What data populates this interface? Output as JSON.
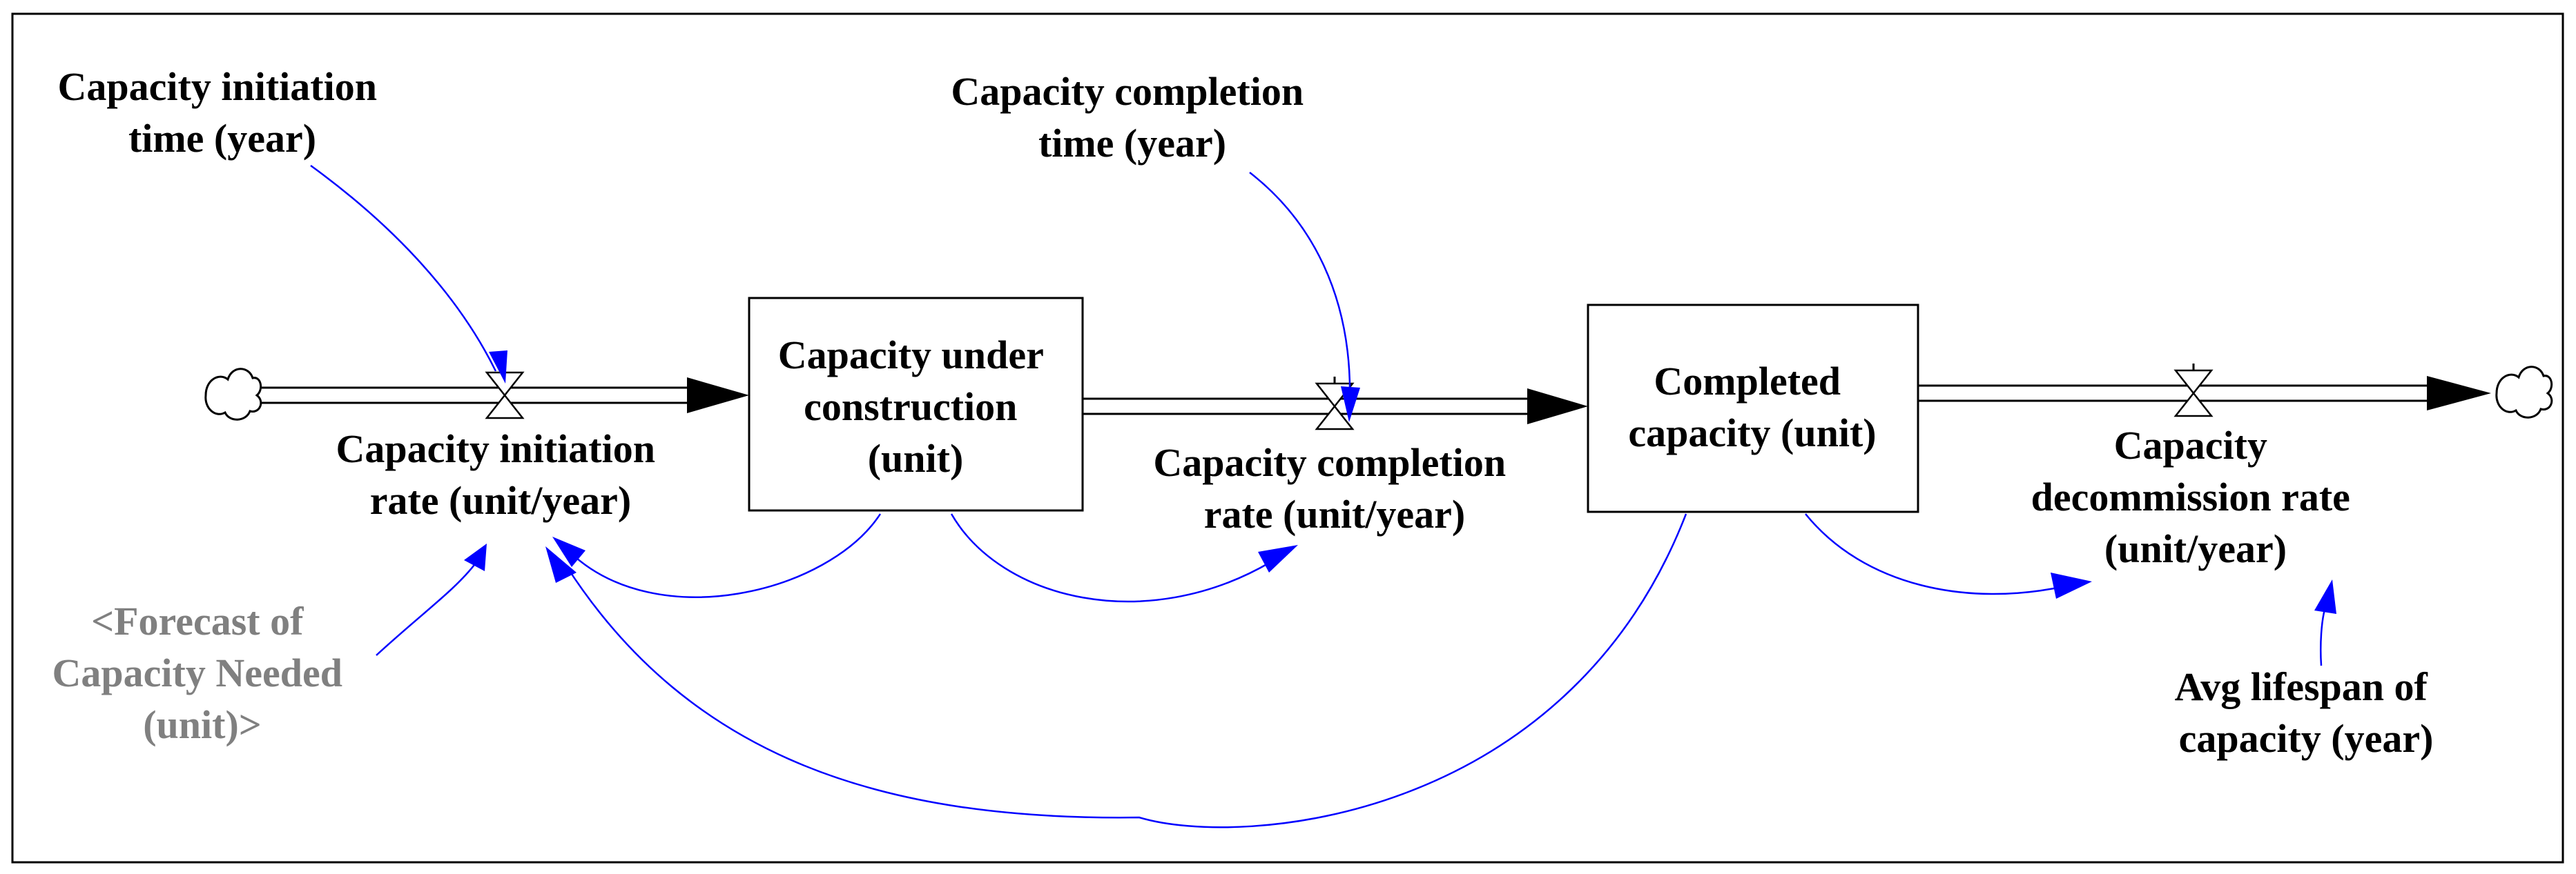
{
  "colors": {
    "background": "#ffffff",
    "stock_border": "#000000",
    "flow_pipe": "#000000",
    "causal_link": "#0000ff",
    "shadow_variable_text": "#808080",
    "label_text": "#000000"
  },
  "stocks": {
    "capacity_under_construction": [
      "Capacity under",
      "construction",
      "(unit)"
    ],
    "completed_capacity": [
      "Completed",
      "capacity (unit)"
    ]
  },
  "flows": {
    "capacity_initiation_rate": [
      "Capacity initiation",
      "rate (unit/year)"
    ],
    "capacity_completion_rate": [
      "Capacity completion",
      "rate (unit/year)"
    ],
    "capacity_decommission_rate": [
      "Capacity",
      "decommission rate",
      "(unit/year)"
    ]
  },
  "auxiliaries": {
    "capacity_initiation_time": [
      "Capacity initiation",
      "time (year)"
    ],
    "capacity_completion_time": [
      "Capacity completion",
      "time (year)"
    ],
    "avg_lifespan_of_capacity": [
      "Avg lifespan of",
      "capacity (year)"
    ]
  },
  "shadow_variables": {
    "forecast_of_capacity_needed": [
      "<Forecast of",
      "Capacity Needed",
      "(unit)>"
    ]
  },
  "icons": {
    "source_cloud": "cloud-icon",
    "sink_cloud": "cloud-icon",
    "valve": "hourglass-valve-icon"
  }
}
